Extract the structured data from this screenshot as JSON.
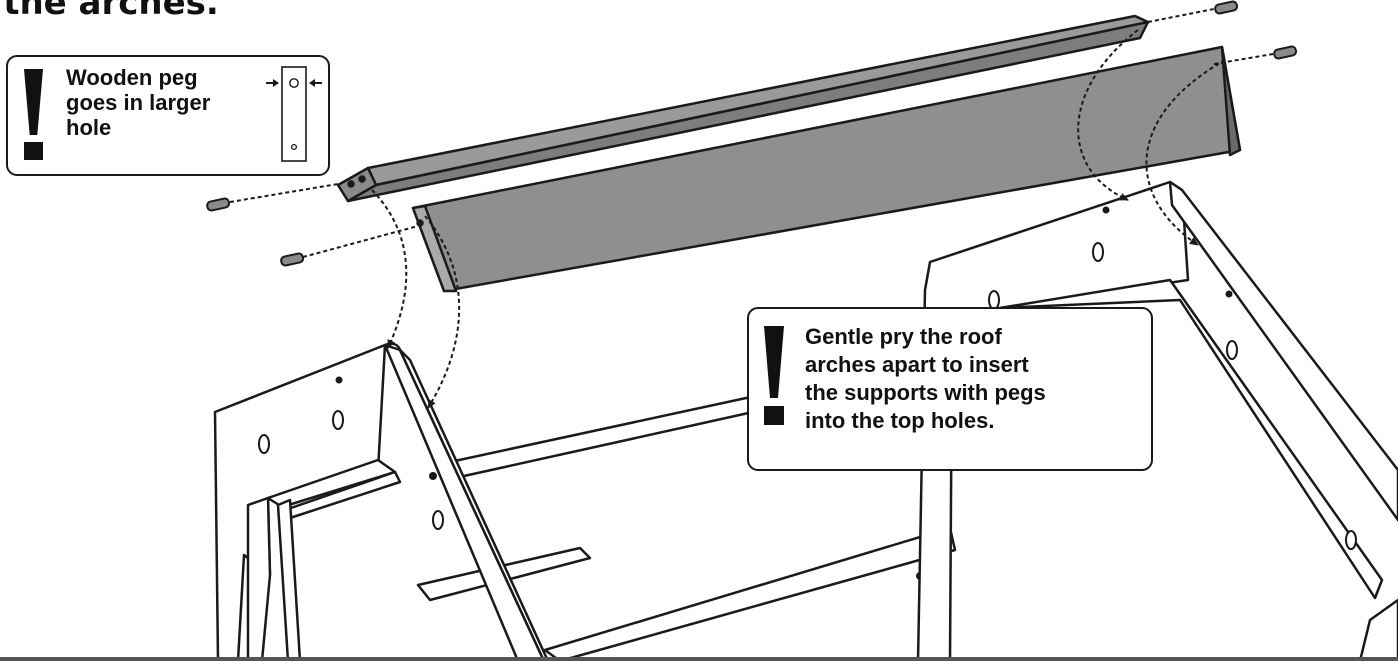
{
  "heading": "o the arches.",
  "callouts": [
    {
      "lines": [
        "Wooden peg",
        "goes in larger",
        "hole"
      ]
    },
    {
      "lines": [
        "Gentle pry the roof",
        "arches apart to insert",
        "the supports with pegs",
        "into the top holes."
      ]
    }
  ],
  "colors": {
    "line": "#1a1a1a",
    "board_face": "#8f8f8f",
    "board_top": "#aaaaaa",
    "board_edge": "#6b6b6b",
    "peg": "#7a7a7a",
    "paper": "#ffffff"
  },
  "icons": [
    "exclamation-icon",
    "peg-hole-diagram",
    "arrow-right-icon",
    "arrow-left-icon"
  ]
}
